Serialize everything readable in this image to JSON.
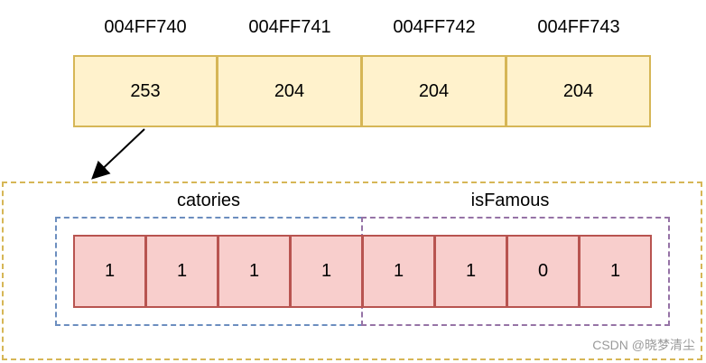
{
  "memory": {
    "addresses": [
      "004FF740",
      "004FF741",
      "004FF742",
      "004FF743"
    ],
    "values": [
      "253",
      "204",
      "204",
      "204"
    ]
  },
  "bitfield": {
    "groups": [
      {
        "label": "catories"
      },
      {
        "label": "isFamous"
      }
    ],
    "bits": [
      "1",
      "1",
      "1",
      "1",
      "1",
      "1",
      "0",
      "1"
    ]
  },
  "colors": {
    "byte_fill": "#fff2cc",
    "byte_border": "#d6b656",
    "bit_fill": "#f8cecc",
    "bit_border": "#b85450",
    "catories_border": "#6c8ebf",
    "isfamous_border": "#9673a6"
  },
  "watermark": "CSDN @晓梦清尘"
}
